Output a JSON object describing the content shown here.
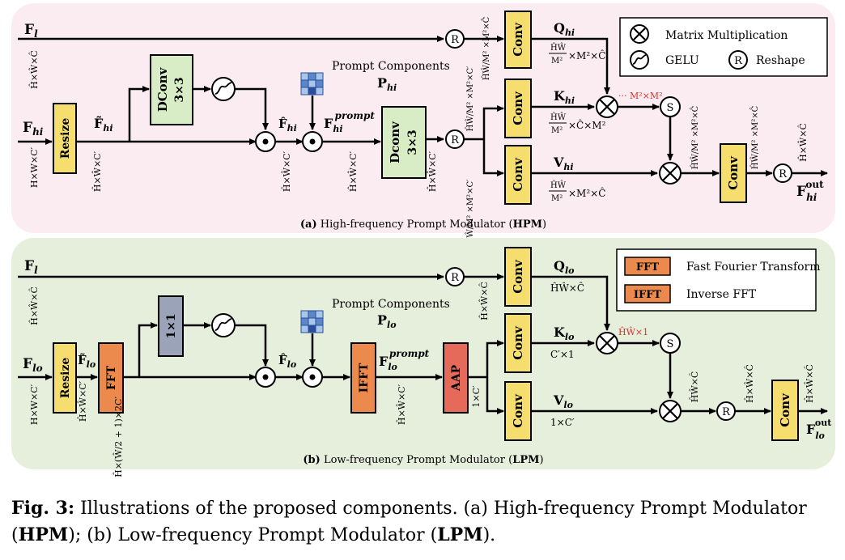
{
  "hpm": {
    "title_prefix": "(a)",
    "title": "High-frequency Prompt Modulator (",
    "title_abbr": "HPM",
    "title_suffix": ")",
    "legend": {
      "matmul": "Matrix Multiplication",
      "gelu": "GELU",
      "reshape": "Reshape"
    },
    "inputs": {
      "fl": "F",
      "fl_sub": "l",
      "fhi": "F",
      "fhi_sub": "hi"
    },
    "resize": "Resize",
    "dconv_top": "DConv",
    "dconv_top_k": "3×3",
    "dconv_mid": "Dconv",
    "dconv_mid_k": "3×3",
    "conv": "Conv",
    "prompt_components": "Prompt Components",
    "prompt_symbol": "P",
    "prompt_sub": "hi",
    "ftilde": "F̃",
    "ftilde_sub": "hi",
    "fhat": "F̂",
    "fhat_sub": "hi",
    "fprompt": "F",
    "fprompt_sub": "hi",
    "fprompt_sup": "prompt",
    "q": "Q",
    "q_sub": "hi",
    "k": "K",
    "k_sub": "hi",
    "v": "V",
    "v_sub": "hi",
    "fout": "F",
    "fout_sub": "hi",
    "fout_sup": "out",
    "dim_fl": "Ĥ×Ŵ×Ĉ",
    "dim_fhi": "H×W×C′",
    "dim_ftilde": "Ĥ×Ŵ×C′",
    "dim_q": "ĤŴ",
    "dim_q2": "M²",
    "dim_q3": "×M²×Ĉ",
    "dim_k3": "×Ĉ×M²",
    "dim_v3": "×M²×Ĉ",
    "dim_after_r": "Ĥ×Ŵ×C′",
    "m2m2": "··· M²×M²",
    "dim_out": "Ĥ×Ŵ×Ĉ",
    "dim_vert": "ĤŴ/M² ×M²×Ĉ",
    "dim_vert_in": "ĤŴ/M² ×M²×C′"
  },
  "lpm": {
    "title_prefix": "(b)",
    "title": "Low-frequency Prompt Modulator (",
    "title_abbr": "LPM",
    "title_suffix": ")",
    "legend": {
      "fft": "FFT",
      "fft_desc": "Fast Fourier Transform",
      "ifft": "IFFT",
      "ifft_desc": "Inverse FFT"
    },
    "inputs": {
      "fl": "F",
      "fl_sub": "l",
      "flo": "F",
      "flo_sub": "lo"
    },
    "resize": "Resize",
    "fft": "FFT",
    "conv1x1": "1×1",
    "ifft": "IFFT",
    "aap": "AAP",
    "conv": "Conv",
    "prompt_components": "Prompt Components",
    "prompt_symbol": "P",
    "prompt_sub": "lo",
    "ftilde": "F̃",
    "ftilde_sub": "lo",
    "fhat": "F̂",
    "fhat_sub": "lo",
    "fprompt": "F",
    "fprompt_sub": "lo",
    "fprompt_sup": "prompt",
    "q": "Q",
    "q_sub": "lo",
    "k": "K",
    "k_sub": "lo",
    "v": "V",
    "v_sub": "lo",
    "fout": "F",
    "fout_sub": "lo",
    "fout_sup": "out",
    "dim_fl": "Ĥ×Ŵ×Ĉ",
    "dim_flo": "H×W×C′",
    "dim_ftilde": "Ĥ×Ŵ×C′",
    "dim_fft": "Ĥ×(Ŵ/2 + 1)×2C′",
    "dim_ifft": "Ĥ×Ŵ×C′",
    "dim_aap": "1×C′",
    "dim_q": "ĤŴ×Ĉ",
    "dim_k": "C′×1",
    "dim_v": "1×C′",
    "hw1": "ĤŴ×1",
    "dim_hwc": "ĤŴ×Ĉ",
    "dim_out": "Ĥ×Ŵ×Ĉ"
  },
  "caption": {
    "label": "Fig. 3:",
    "text1": " Illustrations of the proposed components. (a) High-frequency Prompt Modulator (",
    "hpm": "HPM",
    "text2": "); (b) Low-frequency Prompt Modulator (",
    "lpm": "LPM",
    "text3": ")."
  },
  "colors": {
    "hpm_bg": "#fbecf2",
    "lpm_bg": "#e5efdc",
    "conv_fill": "#f5de6e",
    "dconv_fill": "#d8edc6",
    "conv1x1_fill": "#9aa3b8",
    "fft_fill": "#ec8a4e",
    "aap_fill": "#e56a5a",
    "accent_red": "#d4342c",
    "grid_dark": "#2a4e9c",
    "grid_light": "#a9c5e8"
  }
}
